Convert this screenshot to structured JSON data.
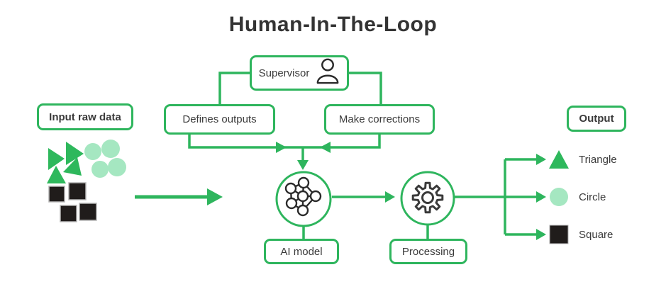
{
  "title": "Human-In-The-Loop",
  "colors": {
    "line_green": "#2eb55d",
    "shape_green": "#2eb85c",
    "light_green": "#a5e7c1",
    "dark_text": "#3a3a3a",
    "black_shape": "#201c1b"
  },
  "boxes": {
    "supervisor": "Supervisor",
    "defines_outputs": "Defines outputs",
    "make_corrections": "Make corrections",
    "input_raw_data": "Input raw data",
    "output": "Output",
    "ai_model": "AI model",
    "processing": "Processing"
  },
  "icons": {
    "supervisor": "person-icon",
    "ai_model": "neural-network-icon",
    "processing": "gear-icon"
  },
  "output_items": [
    {
      "shape": "triangle",
      "label": "Triangle"
    },
    {
      "shape": "circle",
      "label": "Circle"
    },
    {
      "shape": "square",
      "label": "Square"
    }
  ],
  "input_cluster": {
    "triangles": 4,
    "circles": 4,
    "squares": 4
  }
}
